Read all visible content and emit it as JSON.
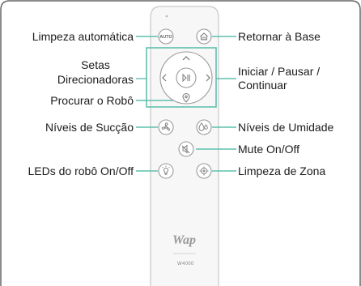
{
  "labels": {
    "auto_clean": "Limpeza automática",
    "direction_arrows_line1": "Setas",
    "direction_arrows_line2": "Direcionadoras",
    "find_robot": "Procurar o Robô",
    "suction_levels": "Níveis de Sucção",
    "robot_leds": "LEDs do robô On/Off",
    "return_base": "Retornar à Base",
    "start_pause_line1": "Iniciar / Pausar /",
    "start_pause_line2": "Continuar",
    "humidity_levels": "Níveis de Umidade",
    "mute": "Mute On/Off",
    "zone_clean": "Limpeza de Zona"
  },
  "remote": {
    "auto_button_text": "AUTO",
    "brand": "Wap",
    "model": "W4000"
  },
  "colors": {
    "leader_line": "#5fc0ad",
    "highlight_box": "#5fc0ad",
    "remote_body": "#f7f7f7",
    "remote_border": "#c8c8c8"
  },
  "icons": {
    "auto": "auto-button",
    "home": "home-icon",
    "arrows": "arrow-icons",
    "play_pause": "play-pause-icon",
    "locate": "location-pin-icon",
    "fan": "fan-icon",
    "humidity": "water-drop-icon",
    "mute": "speaker-mute-icon",
    "led": "light-bulb-icon",
    "zone": "target-icon"
  }
}
